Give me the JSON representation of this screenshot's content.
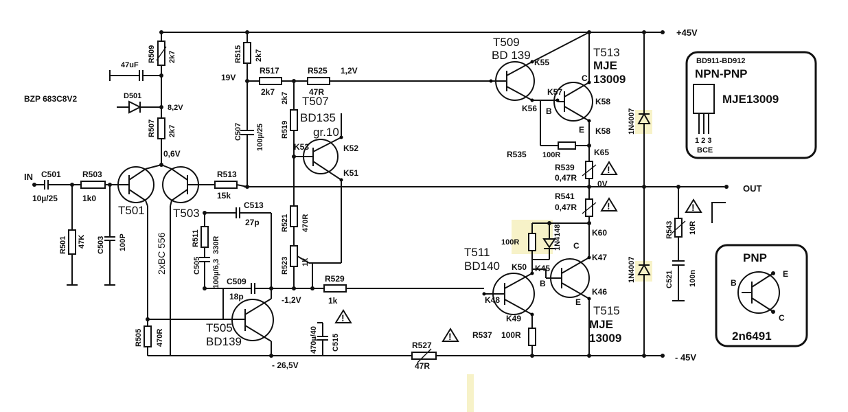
{
  "rails": {
    "positive": "+45V",
    "negative": "- 45V"
  },
  "ports": {
    "input": "IN",
    "output": "OUT"
  },
  "voltages": {
    "v_19": "19V",
    "v_12": "1,2V",
    "v_82": "8,2V",
    "v_06": "0,6V",
    "v_0": "0V",
    "v_m12": "-1,2V",
    "v_m265": "- 26,5V"
  },
  "components": {
    "c501": "C501",
    "c501_val": "10µ/25",
    "r503": "R503",
    "r503_val": "1k0",
    "r501": "R501",
    "r501_val": "47K",
    "c503": "C503",
    "c503_val": "100P",
    "t501": "T501",
    "t503": "T503",
    "pair_type": "2xBC 556",
    "r509": "R509",
    "r509_val": "2k7",
    "c_47": "47uF",
    "zener": "BZP 683C8V2",
    "d501": "D501",
    "r507": "R507",
    "r507_val": "2k7",
    "r515": "R515",
    "r515_val": "2k7",
    "r517": "R517",
    "r517_val": "2k7",
    "r525": "R525",
    "r525_val": "47R",
    "r519": "R519",
    "r519_val": "2k7",
    "c507": "C507",
    "c507_val": "100µ/25",
    "t507": "T507",
    "t507_type": "BD135",
    "t507_gr": "gr.10",
    "k52": "K52",
    "k51": "K51",
    "k53": "K53",
    "r513": "R513",
    "r513_val": "15k",
    "c513": "C513",
    "c513_val": "27p",
    "r511": "R511",
    "r511_val": "330R",
    "c505": "C505",
    "c505_val": "100µ/6,3",
    "r521": "R521",
    "r521_val": "470R",
    "r523": "R523",
    "r523_val": "1k",
    "c509": "C509",
    "c509_val": "18p",
    "r529": "R529",
    "r529_val": "1k",
    "t505": "T505",
    "t505_type": "BD139",
    "r505": "R505",
    "r505_val": "470R",
    "c515": "C515",
    "c515_val": "470µ/40",
    "r527": "R527",
    "r527_val": "47R",
    "t509": "T509",
    "t509_type": "BD 139",
    "k55": "K55",
    "k56": "K56",
    "k57": "K57",
    "t513": "T513",
    "t513_type": "MJE",
    "t513_num": "13009",
    "k58a": "K58",
    "k58b": "K58",
    "r535": "R535",
    "r535_val": "100R",
    "k65": "K65",
    "r539": "R539",
    "r539_val": "0,47R",
    "r541": "R541",
    "r541_val": "0,47R",
    "k60": "K60",
    "r_diode": "100R",
    "d_1n4148": "1N4148",
    "t511": "T511",
    "t511_type": "BD140",
    "k50": "K50",
    "k45": "K45",
    "k47": "K47",
    "k48": "K48",
    "k49": "K49",
    "k46": "K46",
    "r537": "R537",
    "r537_val": "100R",
    "t515": "T515",
    "t515_type": "MJE",
    "t515_num": "13009",
    "d_up": "1N4007",
    "d_down": "1N4007",
    "r543": "R543",
    "r543_val": "10R",
    "c521": "C521",
    "c521_val": "100n",
    "pin_b": "B",
    "pin_c": "C",
    "pin_e": "E"
  },
  "legend_npn": {
    "series": "BD911-BD912",
    "title": "NPN-PNP",
    "part": "MJE13009",
    "pins": "1 2 3",
    "pin_names": "BCE"
  },
  "legend_pnp": {
    "title": "PNP",
    "part": "2n6491",
    "b": "B",
    "c": "C",
    "e": "E"
  },
  "warning_mark": "!"
}
